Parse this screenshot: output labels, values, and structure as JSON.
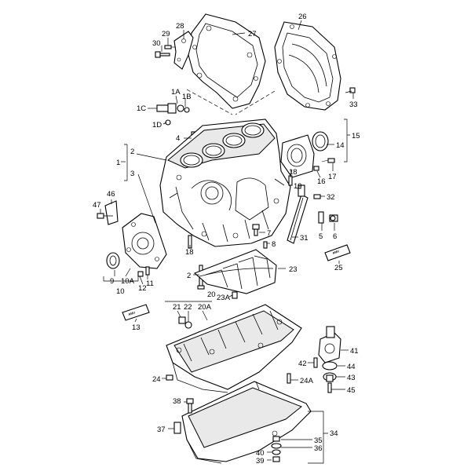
{
  "watermark": {
    "main": "",
    "domain": ""
  },
  "product_labels": {
    "amv": "AMV"
  },
  "callouts": [
    {
      "id": "c28",
      "text": "28"
    },
    {
      "id": "c29",
      "text": "29"
    },
    {
      "id": "c30",
      "text": "30"
    },
    {
      "id": "c27",
      "text": "27"
    },
    {
      "id": "c26",
      "text": "26"
    },
    {
      "id": "c33",
      "text": "33"
    },
    {
      "id": "c1A",
      "text": "1A"
    },
    {
      "id": "c1B",
      "text": "1B"
    },
    {
      "id": "c1C",
      "text": "1C"
    },
    {
      "id": "c1D",
      "text": "1D"
    },
    {
      "id": "c4",
      "text": "4"
    },
    {
      "id": "c2",
      "text": "2"
    },
    {
      "id": "c1",
      "text": "1"
    },
    {
      "id": "c3",
      "text": "3"
    },
    {
      "id": "c14",
      "text": "14"
    },
    {
      "id": "c15",
      "text": "15"
    },
    {
      "id": "c18a",
      "text": "18"
    },
    {
      "id": "c17",
      "text": "17"
    },
    {
      "id": "c16",
      "text": "16"
    },
    {
      "id": "c19",
      "text": "19"
    },
    {
      "id": "c32",
      "text": "32"
    },
    {
      "id": "c46",
      "text": "46"
    },
    {
      "id": "c47",
      "text": "47"
    },
    {
      "id": "c5",
      "text": "5"
    },
    {
      "id": "c6",
      "text": "6"
    },
    {
      "id": "c7",
      "text": "7"
    },
    {
      "id": "c31",
      "text": "31"
    },
    {
      "id": "c8",
      "text": "8"
    },
    {
      "id": "c18b",
      "text": "18"
    },
    {
      "id": "c25",
      "text": "25"
    },
    {
      "id": "c2b",
      "text": "2"
    },
    {
      "id": "c23",
      "text": "23"
    },
    {
      "id": "c9",
      "text": "9"
    },
    {
      "id": "c10A",
      "text": "10A"
    },
    {
      "id": "c11",
      "text": "11"
    },
    {
      "id": "c10",
      "text": "10"
    },
    {
      "id": "c12",
      "text": "12"
    },
    {
      "id": "c20",
      "text": "20"
    },
    {
      "id": "c23A",
      "text": "23A"
    },
    {
      "id": "c21",
      "text": "21"
    },
    {
      "id": "c22",
      "text": "22"
    },
    {
      "id": "c20A",
      "text": "20A"
    },
    {
      "id": "c13",
      "text": "13"
    },
    {
      "id": "c41",
      "text": "41"
    },
    {
      "id": "c42",
      "text": "42"
    },
    {
      "id": "c44",
      "text": "44"
    },
    {
      "id": "c43",
      "text": "43"
    },
    {
      "id": "c24a",
      "text": "24"
    },
    {
      "id": "c24A",
      "text": "24A"
    },
    {
      "id": "c45",
      "text": "45"
    },
    {
      "id": "c38",
      "text": "38"
    },
    {
      "id": "c37",
      "text": "37"
    },
    {
      "id": "c34",
      "text": "34"
    },
    {
      "id": "c35",
      "text": "35"
    },
    {
      "id": "c36",
      "text": "36"
    },
    {
      "id": "c40",
      "text": "40"
    },
    {
      "id": "c39",
      "text": "39"
    }
  ]
}
